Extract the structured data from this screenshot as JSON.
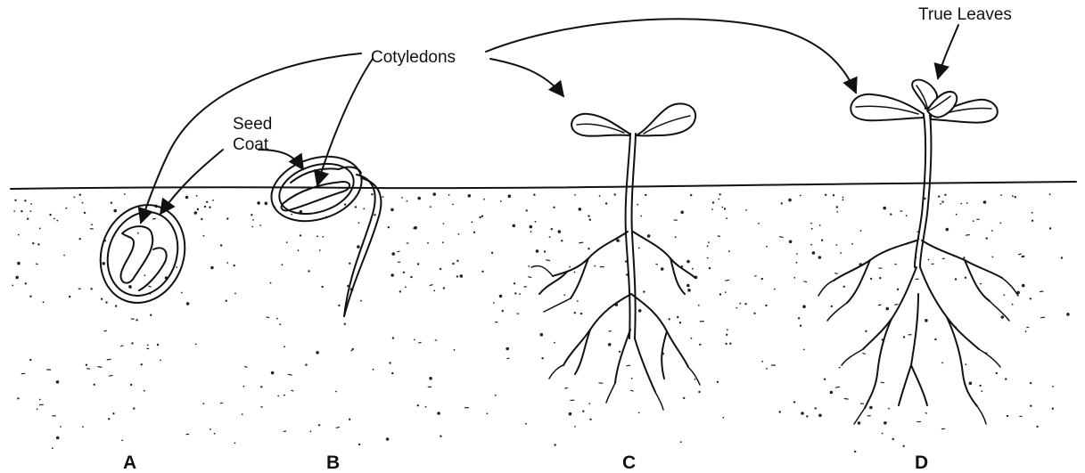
{
  "labels": {
    "cotyledons": "Cotyledons",
    "seed_coat_line1": "Seed",
    "seed_coat_line2": "Coat",
    "true_leaves": "True Leaves"
  },
  "stages": [
    "A",
    "B",
    "C",
    "D"
  ],
  "colors": {
    "ink": "#111111",
    "background": "#ffffff"
  }
}
